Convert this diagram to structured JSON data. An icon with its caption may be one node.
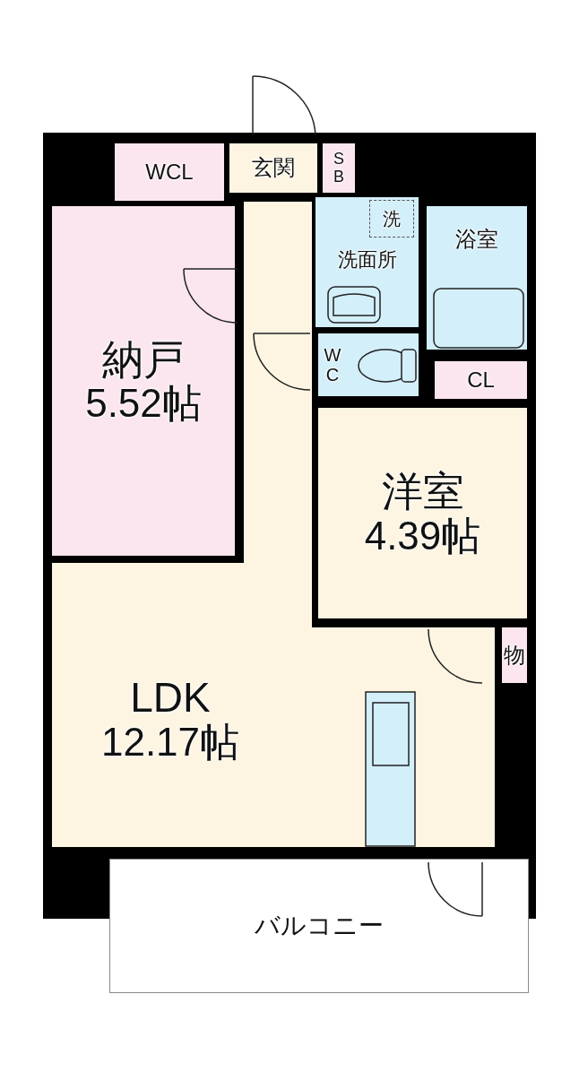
{
  "diagram": {
    "nodes": [
      {
        "text": [
          "WCL"
        ]
      },
      {
        "text": [
          "玄関"
        ]
      },
      {
        "text": [
          "S B"
        ]
      },
      {
        "text": [
          "洗面所"
        ]
      },
      {
        "text": [
          "洗"
        ],
        "in": 3
      },
      {
        "text": [
          "浴室"
        ]
      },
      {
        "text": [
          "納戸",
          "5.52帖"
        ]
      },
      {
        "text": [
          "W C"
        ]
      },
      {
        "text": [
          "CL"
        ]
      },
      {
        "text": [
          "洋室",
          "4.39帖"
        ]
      },
      {
        "text": [
          "物"
        ]
      },
      {
        "text": [
          "LDK",
          "12.17帖"
        ]
      },
      {
        "text": [
          "バルコニー"
        ]
      }
    ],
    "edges": []
  }
}
